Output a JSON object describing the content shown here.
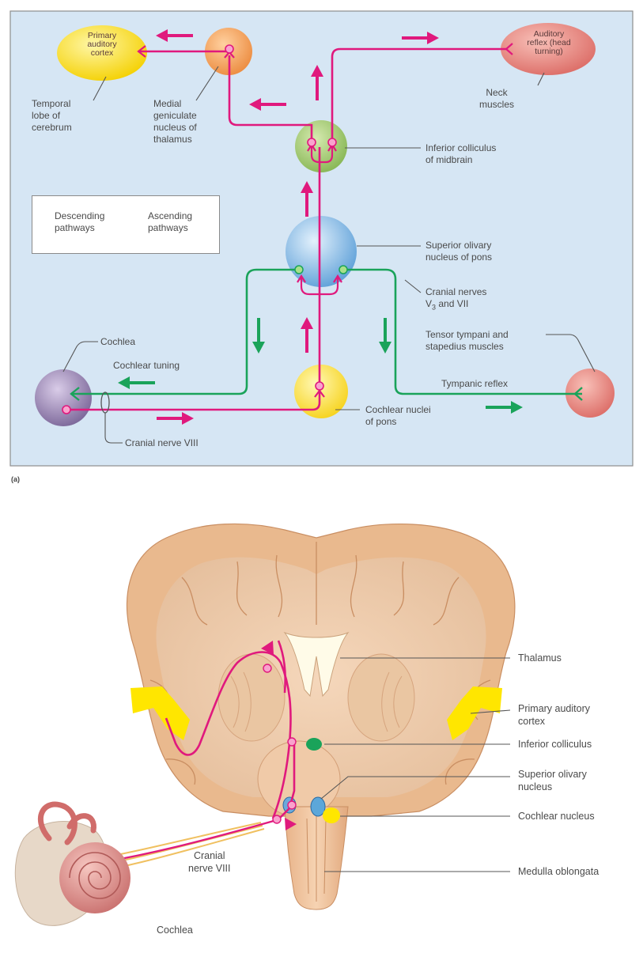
{
  "part_label": "(a)",
  "panel_a": {
    "nodes": {
      "primary_auditory_cortex": [
        "Primary",
        "auditory",
        "cortex"
      ],
      "auditory_reflex": [
        "Auditory",
        "reflex (head",
        "turning)"
      ]
    },
    "labels": {
      "temporal_lobe": [
        "Temporal",
        "lobe of",
        "cerebrum"
      ],
      "medial_geniculate": [
        "Medial",
        "geniculate",
        "nucleus of",
        "thalamus"
      ],
      "neck_muscles": [
        "Neck",
        "muscles"
      ],
      "inferior_colliculus": [
        "Inferior colliculus",
        "of midbrain"
      ],
      "superior_olivary": [
        "Superior olivary",
        "nucleus of pons"
      ],
      "cranial_nerves_v3_vii": {
        "line1": "Cranial nerves",
        "v": "V",
        "sub": "3",
        "rest": " and VII"
      },
      "tensor_tympani": [
        "Tensor tympani and",
        "stapedius muscles"
      ],
      "tympanic_reflex": "Tympanic reflex",
      "cochlea": "Cochlea",
      "cochlear_tuning": "Cochlear tuning",
      "cochlear_nuclei": [
        "Cochlear nuclei",
        "of pons"
      ],
      "cranial_nerve_viii": "Cranial nerve VIII"
    },
    "legend": {
      "descending": [
        "Descending",
        "pathways"
      ],
      "ascending": [
        "Ascending",
        "pathways"
      ]
    }
  },
  "panel_b": {
    "labels": {
      "thalamus": "Thalamus",
      "primary_auditory_cortex": [
        "Primary auditory",
        "cortex"
      ],
      "inferior_colliculus": "Inferior colliculus",
      "superior_olivary": [
        "Superior olivary",
        "nucleus"
      ],
      "cochlear_nucleus": "Cochlear nucleus",
      "medulla": "Medulla oblongata",
      "cranial_nerve_viii": [
        "Cranial",
        "nerve VIII"
      ],
      "cochlea": "Cochlea"
    }
  },
  "colors": {
    "panel_bg": "#d6e6f4",
    "ascending": "#e0197d",
    "descending": "#1aa35a",
    "brain": "#f3cba5",
    "cortex_yellow": "#ffe600"
  }
}
